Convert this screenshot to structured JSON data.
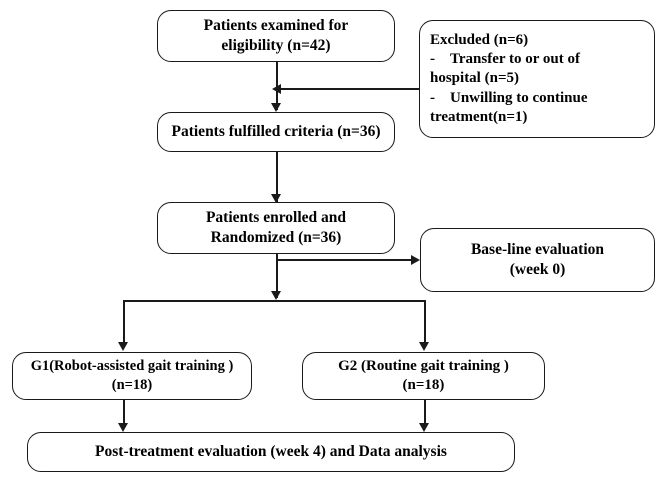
{
  "diagram": {
    "type": "flowchart",
    "title": "CONSORT-style patient flow diagram",
    "nodes": {
      "screened": {
        "lines": [
          "Patients examined for",
          "eligibility (n=42)"
        ]
      },
      "excluded": {
        "heading": "Excluded (n=6)",
        "items": [
          {
            "dash": "-",
            "text": "Transfer to or out of"
          },
          {
            "dash": "",
            "text": "hospital (n=5)"
          },
          {
            "dash": "-",
            "text": "Unwilling to continue"
          },
          {
            "dash": "",
            "text": "treatment(n=1)"
          }
        ]
      },
      "fulfilled": {
        "lines": [
          "Patients fulfilled criteria (n=36)"
        ]
      },
      "enrolled": {
        "lines": [
          "Patients enrolled and",
          "Randomized (n=36)"
        ]
      },
      "baseline": {
        "lines": [
          "Base-line evaluation",
          "(week 0)"
        ]
      },
      "group1": {
        "lines": [
          "G1(Robot-assisted gait training )",
          "(n=18)"
        ]
      },
      "group2": {
        "lines": [
          "G2 (Routine gait training )",
          "(n=18)"
        ]
      },
      "post": {
        "lines": [
          "Post-treatment evaluation (week 4) and Data analysis"
        ]
      }
    },
    "colors": {
      "stroke": "#1a1a1a",
      "background": "#ffffff",
      "text": "#000000"
    }
  }
}
